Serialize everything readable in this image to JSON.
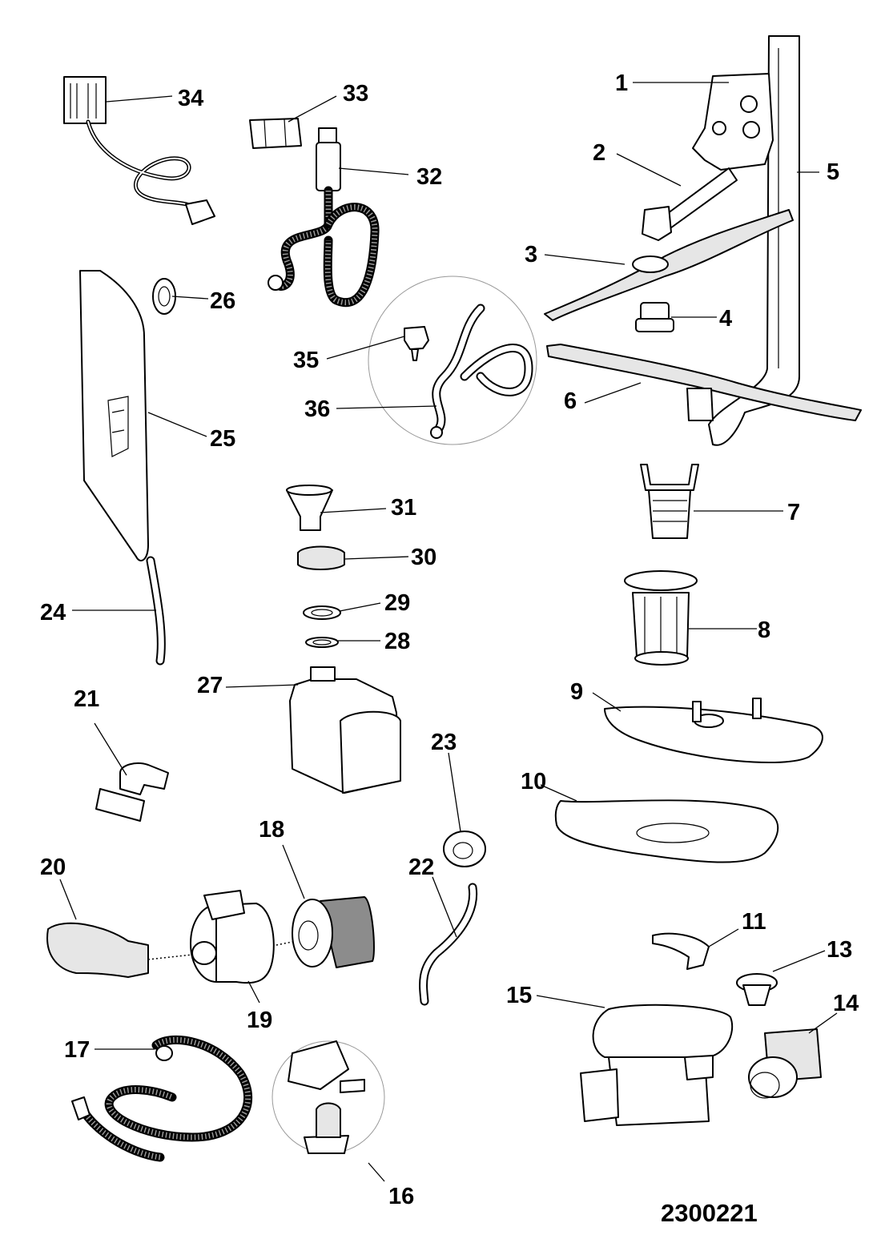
{
  "document_number": "2300221",
  "callouts": [
    "1",
    "2",
    "3",
    "4",
    "5",
    "6",
    "7",
    "8",
    "9",
    "10",
    "11",
    "13",
    "14",
    "15",
    "16",
    "17",
    "18",
    "19",
    "20",
    "21",
    "22",
    "23",
    "24",
    "25",
    "26",
    "27",
    "28",
    "29",
    "30",
    "31",
    "32",
    "33",
    "34",
    "35",
    "36"
  ]
}
